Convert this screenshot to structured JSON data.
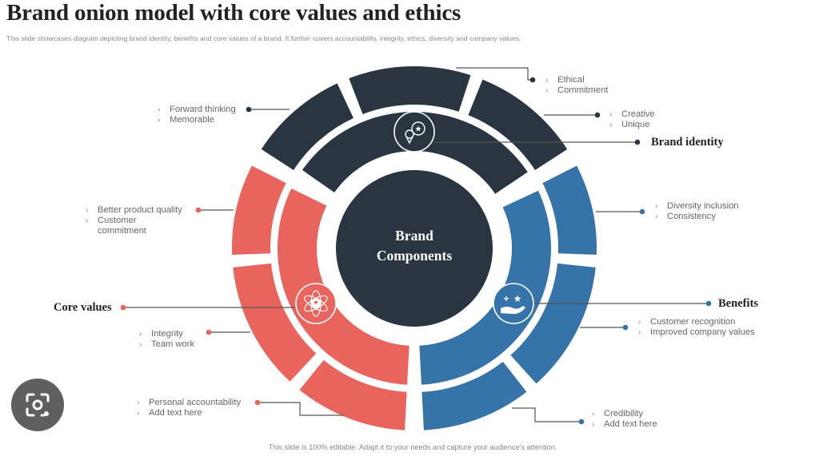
{
  "title": "Brand onion model with core values and ethics",
  "subtitle": "This slide showcases diagram depicting brand identity, benefits and core values of a brand. It further covers accountability, integrity, ethics, diversity and company values.",
  "footer": "This slide is 100% editable. Adapt it to your needs and capture your audience's attention.",
  "center": {
    "line1": "Brand",
    "line2": "Components"
  },
  "colors": {
    "identity": "#2a3542",
    "core": "#e8645c",
    "benefits": "#3573a8"
  },
  "chevron": "›",
  "sections": {
    "identity": {
      "heading": "Brand identity",
      "icon": "location-star-icon"
    },
    "core": {
      "heading": "Core values",
      "icon": "atom-person-icon"
    },
    "benefits": {
      "heading": "Benefits",
      "icon": "hand-stars-icon"
    }
  },
  "labels": {
    "ethical": [
      "Ethical",
      "Commitment"
    ],
    "creative": [
      "Creative",
      "Unique"
    ],
    "forward": [
      "Forward thinking",
      "Memorable"
    ],
    "quality": [
      "Better product quality",
      "Customer",
      "commitment"
    ],
    "integrity": [
      "Integrity",
      "Team work"
    ],
    "personal": [
      "Personal accountability",
      "Add text here"
    ],
    "diversity": [
      "Diversity inclusion",
      "Consistency"
    ],
    "recognition": [
      "Customer recognition",
      "Improved company values"
    ],
    "credibility": [
      "Credibility",
      "Add text here"
    ]
  }
}
